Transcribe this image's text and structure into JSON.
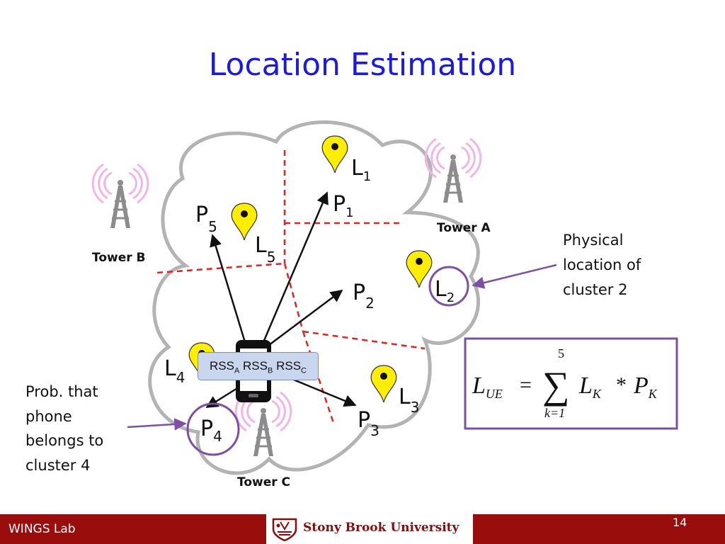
{
  "slide": {
    "title": "Location Estimation",
    "page_number": "14"
  },
  "towers": {
    "a": "Tower A",
    "b": "Tower B",
    "c": "Tower C"
  },
  "labels": {
    "L1": [
      "L",
      "1"
    ],
    "L2": [
      "L",
      "2"
    ],
    "L3": [
      "L",
      "3"
    ],
    "L4": [
      "L",
      "4"
    ],
    "L5": [
      "L",
      "5"
    ],
    "P1": [
      "P",
      "1"
    ],
    "P2": [
      "P",
      "2"
    ],
    "P3": [
      "P",
      "3"
    ],
    "P4": [
      "P",
      "4"
    ],
    "P5": [
      "P",
      "5"
    ]
  },
  "rss": {
    "base": "RSS",
    "subs": [
      "A",
      "B",
      "C"
    ]
  },
  "notes": {
    "physical": [
      "Physical",
      "location of",
      "cluster 2"
    ],
    "prob": [
      "Prob. that",
      "phone",
      "belongs to",
      "cluster 4"
    ]
  },
  "formula": {
    "lhs": "L",
    "lhs_sub": "UE",
    "eq": "=",
    "sum_upper": "5",
    "sum_lower": "k=1",
    "term1": "L",
    "term1_sub": "K",
    "op": "*",
    "term2": "P",
    "term2_sub": "K"
  },
  "footer": {
    "lab": "WINGS Lab",
    "university": "Stony Brook University"
  },
  "colors": {
    "title": "#1a1ae6",
    "footer": "#990d0d",
    "pin": "#ffee00",
    "partition": "#e32222",
    "highlight": "#7d4fa5",
    "signal": "#f2b6e6"
  }
}
